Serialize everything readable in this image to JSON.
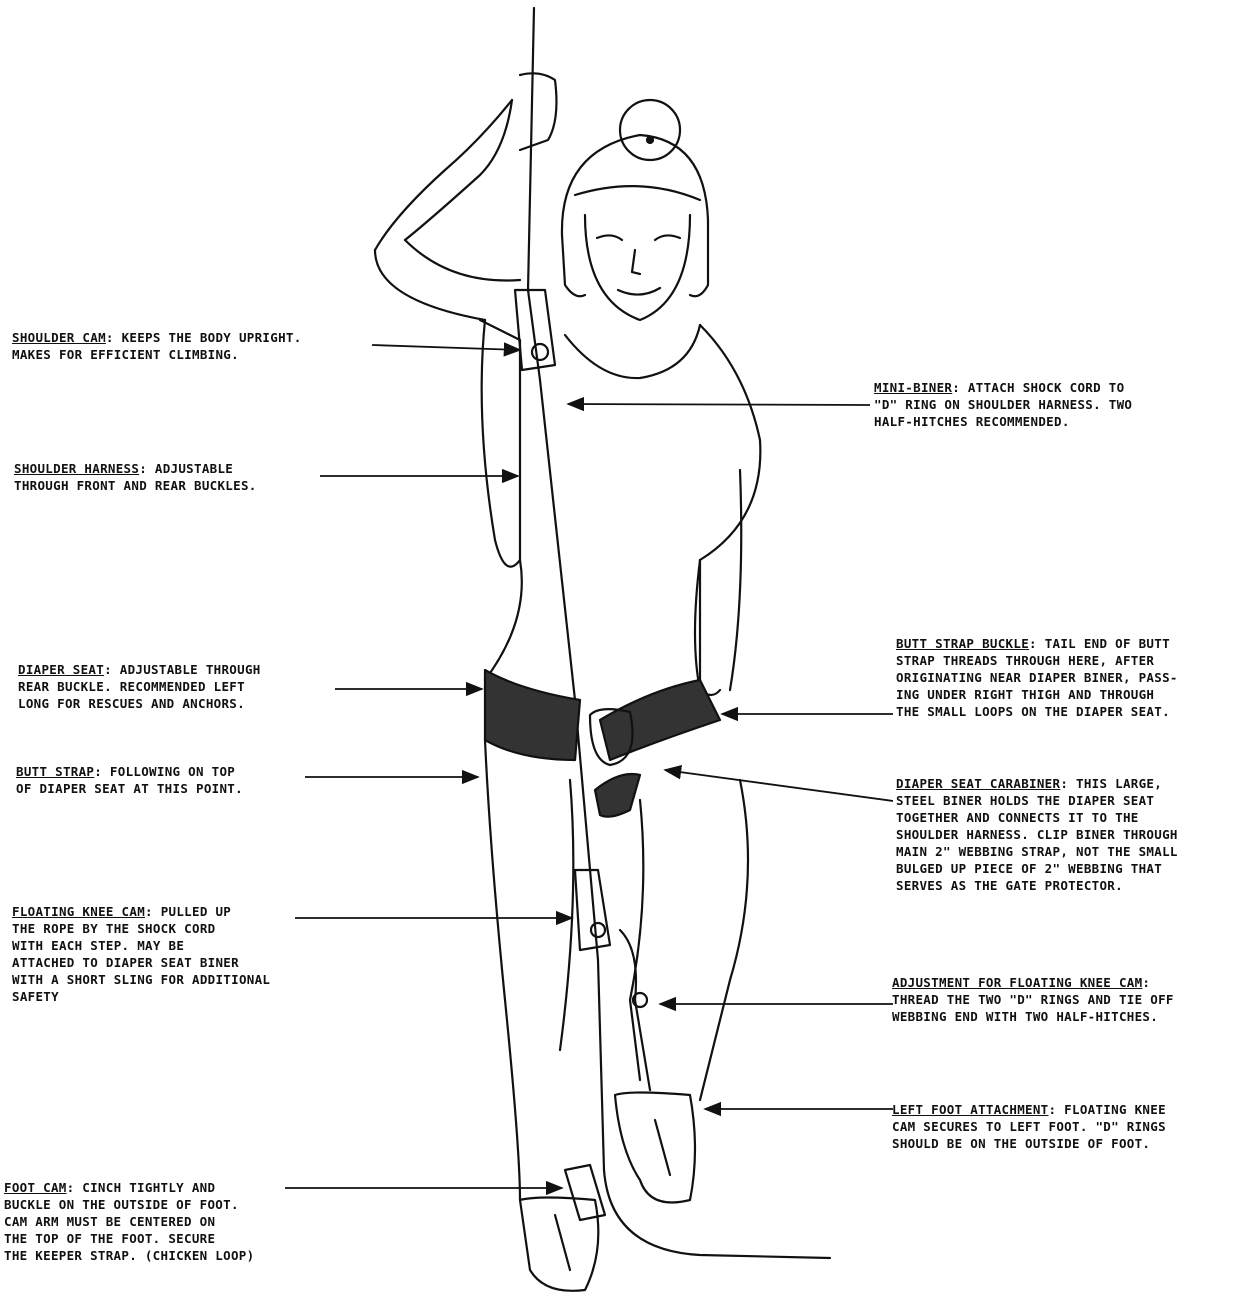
{
  "labels": {
    "shoulder_cam": {
      "term": "SHOULDER CAM",
      "text": ": KEEPS THE BODY UPRIGHT.",
      "lines": [
        "MAKES FOR EFFICIENT CLIMBING."
      ]
    },
    "mini_biner": {
      "term": "MINI-BINER",
      "text": ": ATTACH SHOCK CORD TO",
      "lines": [
        "\"D\" RING ON SHOULDER HARNESS. TWO",
        "HALF-HITCHES RECOMMENDED."
      ]
    },
    "shoulder_harness": {
      "term": "SHOULDER HARNESS",
      "text": ": ADJUSTABLE",
      "lines": [
        "THROUGH FRONT AND REAR BUCKLES."
      ]
    },
    "butt_strap_buckle": {
      "term": "BUTT STRAP BUCKLE",
      "text": ": TAIL END OF BUTT",
      "lines": [
        "STRAP THREADS THROUGH HERE, AFTER",
        "ORIGINATING NEAR DIAPER BINER, PASS-",
        "ING UNDER RIGHT THIGH AND THROUGH",
        "THE SMALL LOOPS ON THE DIAPER SEAT."
      ]
    },
    "diaper_seat": {
      "term": "DIAPER SEAT",
      "text": ": ADJUSTABLE THROUGH",
      "lines": [
        "REAR BUCKLE.  RECOMMENDED LEFT",
        "LONG FOR RESCUES AND ANCHORS."
      ]
    },
    "butt_strap": {
      "term": "BUTT STRAP",
      "text": ": FOLLOWING ON TOP",
      "lines": [
        "OF DIAPER SEAT AT THIS POINT."
      ]
    },
    "diaper_seat_carabiner": {
      "term": "DIAPER SEAT CARABINER",
      "text": ": THIS LARGE,",
      "lines": [
        "STEEL BINER HOLDS THE DIAPER SEAT",
        "TOGETHER AND CONNECTS IT TO THE",
        "SHOULDER HARNESS. CLIP BINER THROUGH",
        "MAIN 2\" WEBBING STRAP, NOT THE SMALL",
        "BULGED UP PIECE OF 2\" WEBBING THAT",
        "SERVES AS THE GATE PROTECTOR."
      ]
    },
    "floating_knee_cam": {
      "term": "FLOATING KNEE CAM",
      "text": ": PULLED UP",
      "lines": [
        "THE ROPE BY THE SHOCK CORD",
        "WITH EACH STEP.  MAY BE",
        "ATTACHED TO DIAPER SEAT BINER",
        "WITH A SHORT SLING FOR ADDITIONAL",
        "SAFETY"
      ]
    },
    "adjustment_knee_cam": {
      "term": "ADJUSTMENT FOR FLOATING KNEE CAM",
      "text": ":",
      "lines": [
        "THREAD THE TWO \"D\" RINGS AND TIE OFF",
        "WEBBING END WITH TWO HALF-HITCHES."
      ]
    },
    "left_foot_attachment": {
      "term": "LEFT FOOT ATTACHMENT",
      "text": ": FLOATING KNEE",
      "lines": [
        "CAM SECURES TO LEFT FOOT. \"D\" RINGS",
        "SHOULD BE ON THE OUTSIDE OF FOOT."
      ]
    },
    "foot_cam": {
      "term": "FOOT CAM",
      "text": ": CINCH TIGHTLY AND",
      "lines": [
        "BUCKLE ON THE OUTSIDE OF FOOT.",
        "CAM ARM MUST BE CENTERED ON",
        "THE TOP OF THE FOOT.  SECURE",
        "THE KEEPER STRAP. (CHICKEN LOOP)"
      ]
    }
  }
}
